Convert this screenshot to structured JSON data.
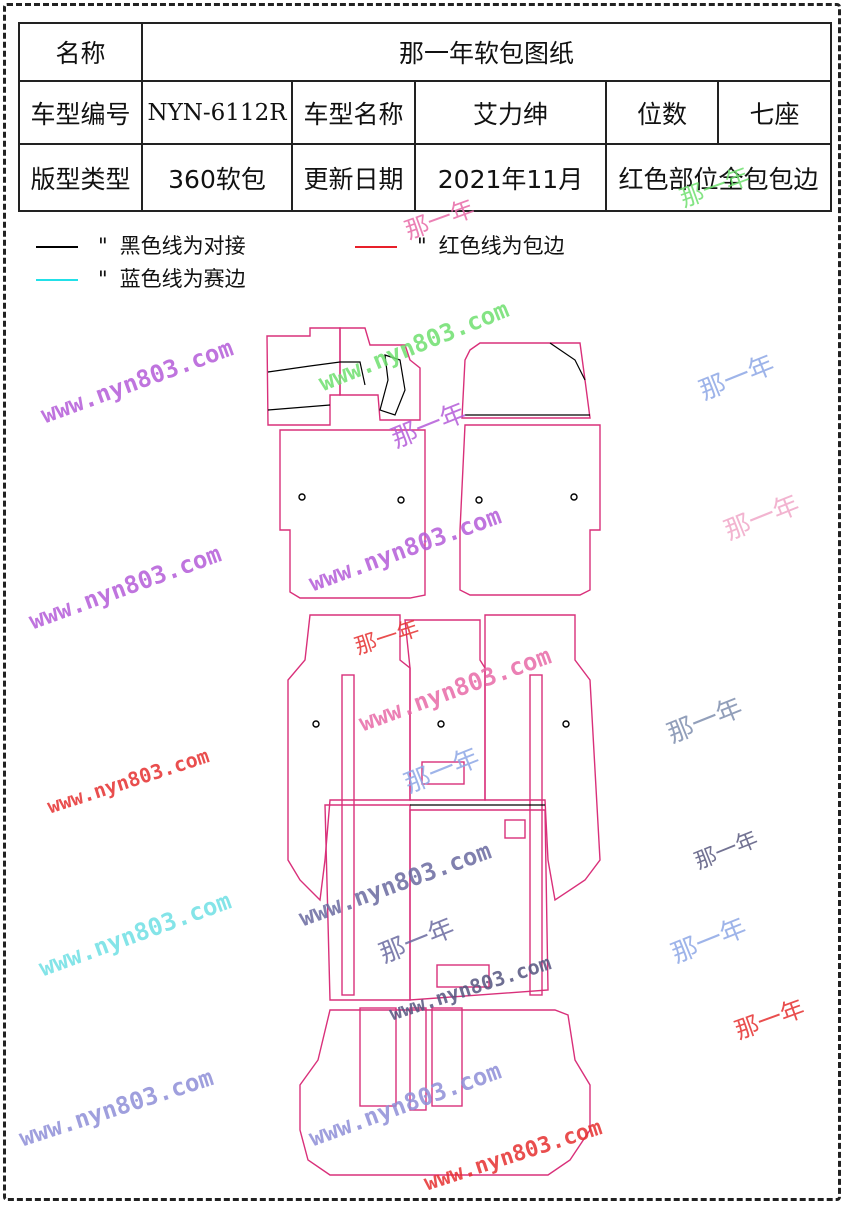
{
  "header": {
    "name_label": "名称",
    "name_value": "那一年软包图纸",
    "model_no_label": "车型编号",
    "model_no_value": "NYN-6112R",
    "model_name_label": "车型名称",
    "model_name_value": "艾力绅",
    "seats_label": "位数",
    "seats_value": "七座",
    "type_label": "版型类型",
    "type_value": "360软包",
    "date_label": "更新日期",
    "date_value": "2021年11月",
    "parts_value": "红色部位全包包边"
  },
  "legend": {
    "black": {
      "text": "黑色线为对接",
      "color": "#000000"
    },
    "red": {
      "text": "红色线为包边",
      "color": "#e8202a"
    },
    "blue": {
      "text": "蓝色线为赛边",
      "color": "#22e0e8"
    },
    "quote": "\""
  },
  "watermarks": {
    "site": "www.nyn803.com",
    "brand": "那一年"
  },
  "colors": {
    "pattern_outline": "#d9307a",
    "seam_line": "#000000"
  }
}
